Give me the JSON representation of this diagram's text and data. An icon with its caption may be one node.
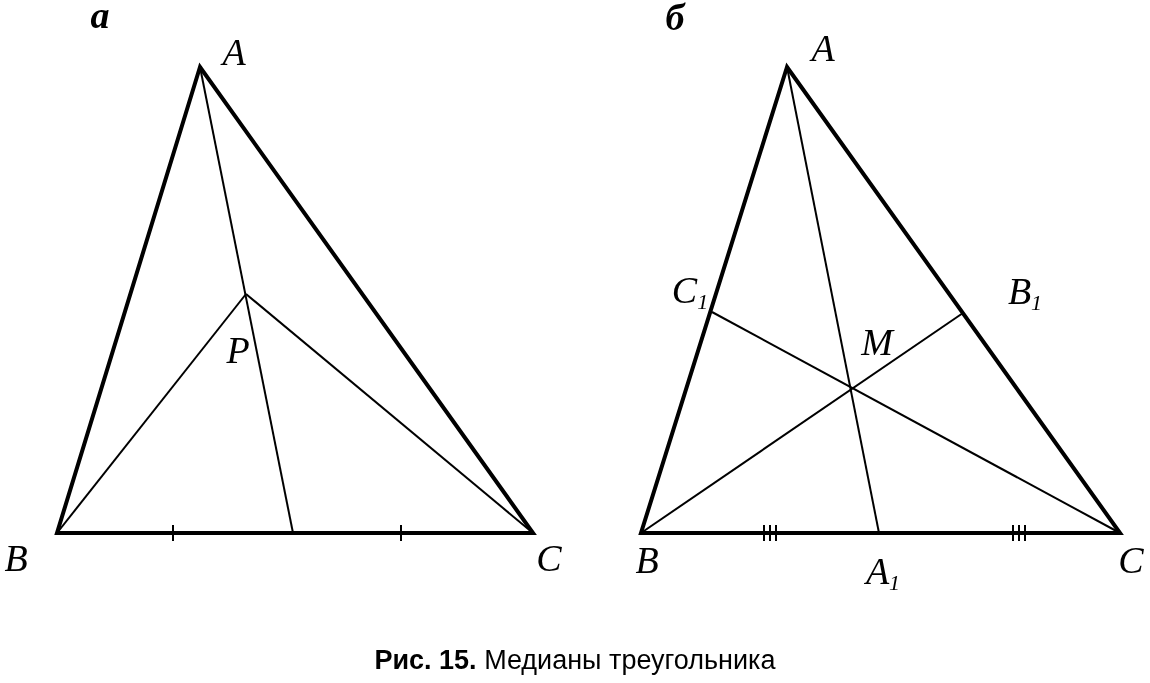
{
  "diagram": {
    "caption": "**Рис. 15.** Медианы треугольника",
    "labels": [
      "а",
      "A",
      "P",
      "B",
      "C",
      "б",
      "A",
      "C$_{1}$",
      "B$_{1}$",
      "M",
      "B",
      "A$_{1}$",
      "C"
    ]
  }
}
